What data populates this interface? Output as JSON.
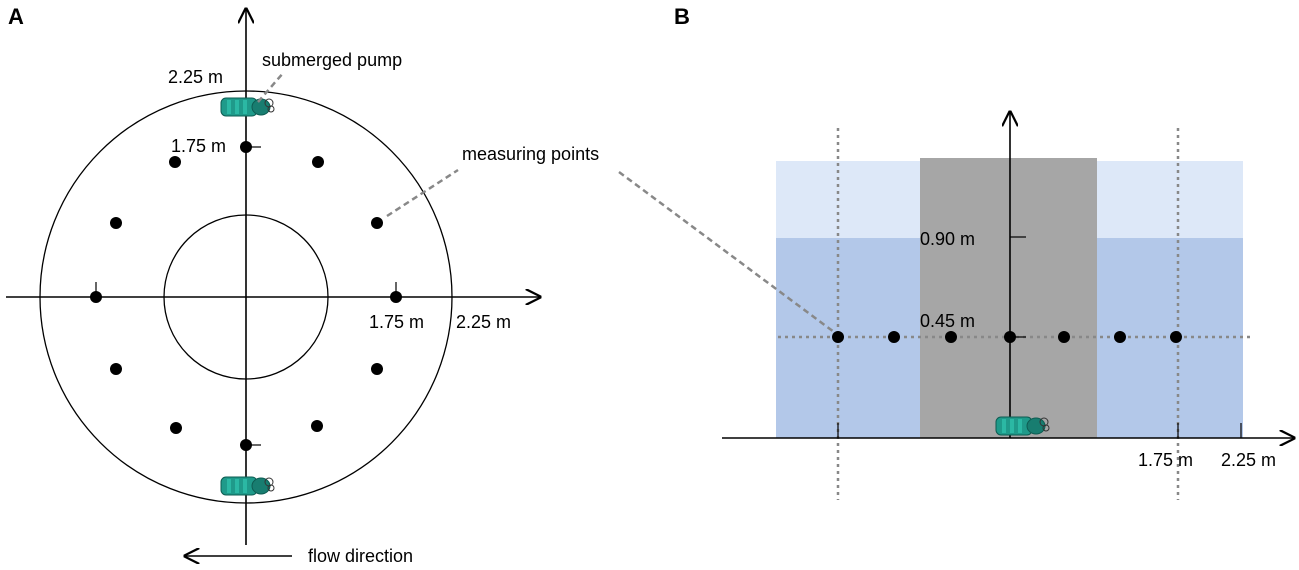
{
  "panel_a": {
    "label": "A",
    "outer_radius_label": "2.25 m",
    "inner_ring_label_vertical": "1.75 m",
    "inner_ring_label_horizontal": "1.75 m",
    "outer_radius_label_horizontal": "2.25 m",
    "pump_callout": "submerged pump",
    "points_callout": "measuring points",
    "flow_label": "flow direction",
    "measuring_point_count": 12
  },
  "panel_b": {
    "label": "B",
    "height_high_label": "0.90 m",
    "height_mid_label": "0.45 m",
    "radius_inner_label": "1.75 m",
    "radius_outer_label": "2.25 m",
    "measuring_point_count": 7
  },
  "colors": {
    "water_light": "#dde8f8",
    "water_dark": "#b3c8e9",
    "center_column": "#a6a6a6",
    "pump": "#1f9a8a",
    "dotted": "#888888"
  }
}
